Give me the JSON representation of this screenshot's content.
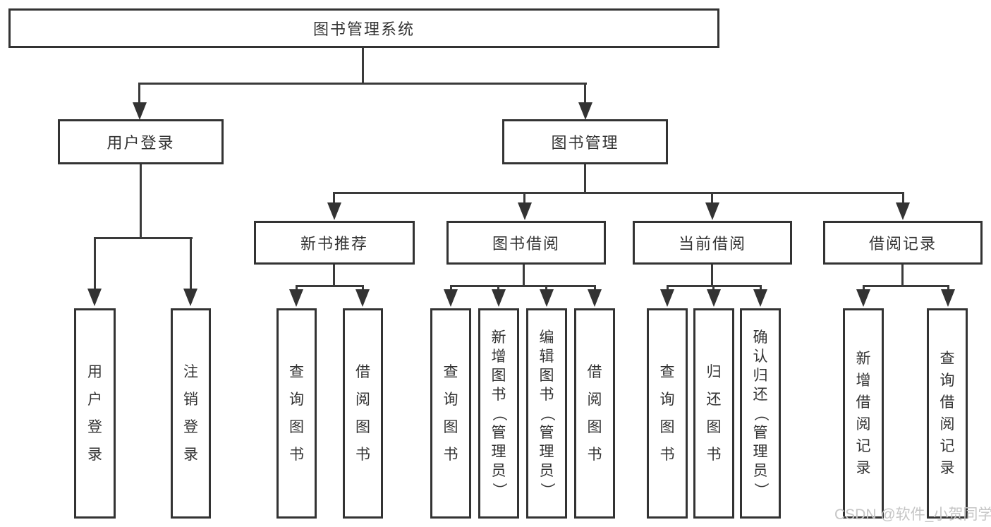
{
  "diagram": {
    "root_label": "图书管理系统",
    "user_login": {
      "label": "用户登录",
      "children": [
        "用户登录",
        "注销登录"
      ]
    },
    "book_mgmt": {
      "label": "图书管理",
      "children": [
        {
          "label": "新书推荐",
          "children": [
            "查询图书",
            "借阅图书"
          ]
        },
        {
          "label": "图书借阅",
          "children": [
            "查询图书",
            "新增图书（管理员）",
            "编辑图书（管理员）",
            "借阅图书"
          ]
        },
        {
          "label": "当前借阅",
          "children": [
            "查询图书",
            "归还图书",
            "确认归还（管理员）"
          ]
        },
        {
          "label": "借阅记录",
          "children": [
            "新增借阅记录",
            "查询借阅记录"
          ]
        }
      ]
    },
    "colors": {
      "line": "#3a3a3a",
      "border": "#333333",
      "text": "#333333",
      "watermark": "#c5c5c5"
    },
    "watermark": "CSDN @软件_小贺同学"
  }
}
